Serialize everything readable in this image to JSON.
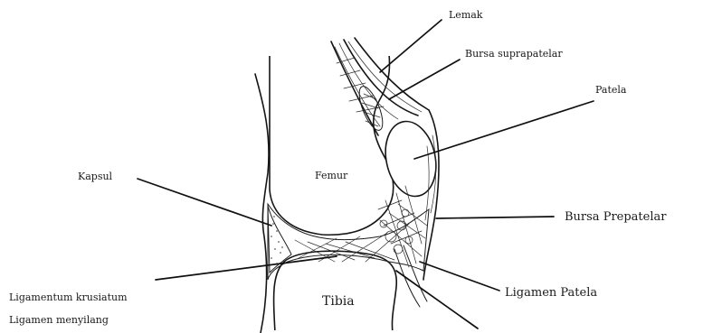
{
  "diagram": {
    "labels": {
      "lemak": "Lemak",
      "bursa_suprapatelar": "Bursa suprapatelar",
      "patela": "Patela",
      "kapsul": "Kapsul",
      "femur": "Femur",
      "bursa_prepatelar": "Bursa Prepatelar",
      "tibia": "Tibia",
      "ligamen_patela": "Ligamen Patela",
      "ligamentum_krusiatum": "Ligamentum krusiatum",
      "ligamen_menyilang": "Ligamen menyilang"
    },
    "colors": {
      "ink": "#151515",
      "background": "#ffffff"
    }
  }
}
